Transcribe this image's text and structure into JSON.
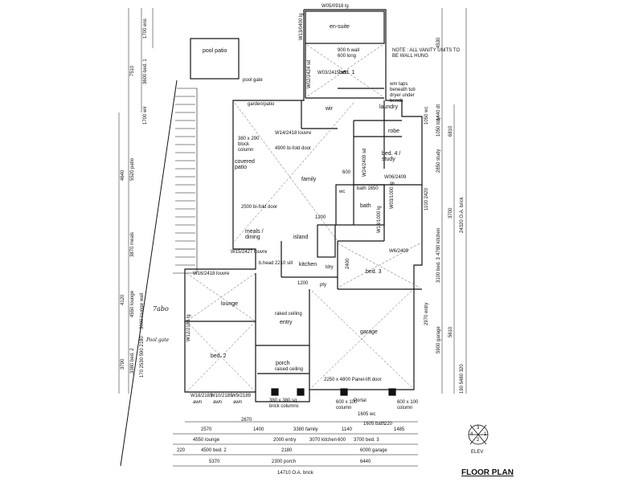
{
  "title": "FLOOR PLAN",
  "elev_label": "ELEV",
  "elev_numbers": [
    "3",
    "4",
    "1",
    "2"
  ],
  "outside": {
    "pool_patio": "pool patio",
    "pool_gate": "pool gate",
    "garden_patio": "garden/patio",
    "patio_script": "7abo",
    "pool_gate_script": "Pool gate"
  },
  "rooms": {
    "ensuite": "en-suite",
    "bed1": "bed. 1",
    "wir": "wir",
    "laundry": "laundry",
    "robe": "robe",
    "bed4": "bed. 4 / study",
    "bath": "bath",
    "family": "family",
    "covered_patio": "covered patio",
    "meals": "meals / dining",
    "island": "island",
    "kitchen": "kitchen",
    "lounge": "lounge",
    "bed2": "bed. 2",
    "entry": "entry",
    "porch": "porch",
    "bed3": "bed. 3",
    "garage": "garage",
    "wc": "wc",
    "ldry": "ldry",
    "pty": "pty"
  },
  "notes": {
    "vanity": "NOTE : ALL VANITY UNITS TO BE WALL HUNG",
    "w1": "W14/2418 louvre",
    "w2": "4900 bi-fold door",
    "w3": "2500 bi-fold door",
    "w4": "W15/2427 louvre",
    "w5": "W16/2418 louvre",
    "w6": "W12/2183 lg",
    "w7": "W18/2183",
    "w8": "W10/2189",
    "w9": "W9/2189",
    "w10": "W6/2409",
    "w11": "W03/2415 sd",
    "w12": "W02/2424 sd",
    "w13": "W05/0918 lg",
    "w14": "W13/0400 lg",
    "w15": "W03/1000 lg",
    "w16": "W13/1000 lg",
    "w17": "W24/2409 sd",
    "w18": "W06/2409",
    "garage_door": "2250 x 4800 Panel-lift door",
    "blockwork": "380 x 290 block column",
    "wall_hung": "900 h wall 600 long",
    "tub": "wm taps beneath tub dryer under bench",
    "bhead": "b.head 2210 sill",
    "raked": "raked ceiling",
    "raised_ceiling": "raised ceiling",
    "portal": "Portal",
    "column1": "600 x 100 column",
    "column2": "600 x 100 column",
    "brick_columns": "380 x 380 sq. brick columns",
    "awn1": "awn",
    "awn2": "awn",
    "awn3": "awn",
    "bath_dims": "bath 1650",
    "dim_600": "600",
    "dim_1200": "1200",
    "dim_1200b": "1200",
    "dim_2400": "2400"
  },
  "dims_left": [
    "1700 ens",
    "3600 bed. 1",
    "7510",
    "1700 wir",
    "5520 patio",
    "4640",
    "3870 meals",
    "4120",
    "4550 lounge",
    "3000 lounge wall",
    "3790",
    "3380 bed. 2",
    "170 2530 590 2180"
  ],
  "dims_right": [
    "4530",
    "1440 dt",
    "1050 wc",
    "1050 ldry",
    "2850 study",
    "6810",
    "3700",
    "24320 O.A. brick",
    "1100 2420",
    "4780 kitchen",
    "3100 bed. 3",
    "2970 entry",
    "5900 garage",
    "5610",
    "190 5480 320"
  ],
  "dims_bottom": [
    "2570",
    "2670",
    "3380 family",
    "1140",
    "1605 wc",
    "1605 bath",
    "220",
    "1485",
    "5370",
    "4550 lounge",
    "220",
    "1400",
    "2000 entry",
    "3070 kitchen",
    "3700 bed. 3",
    "600",
    "4500 bed. 2",
    "2180",
    "6000 garage",
    "2300 porch",
    "6440",
    "14710 O.A. brick"
  ]
}
